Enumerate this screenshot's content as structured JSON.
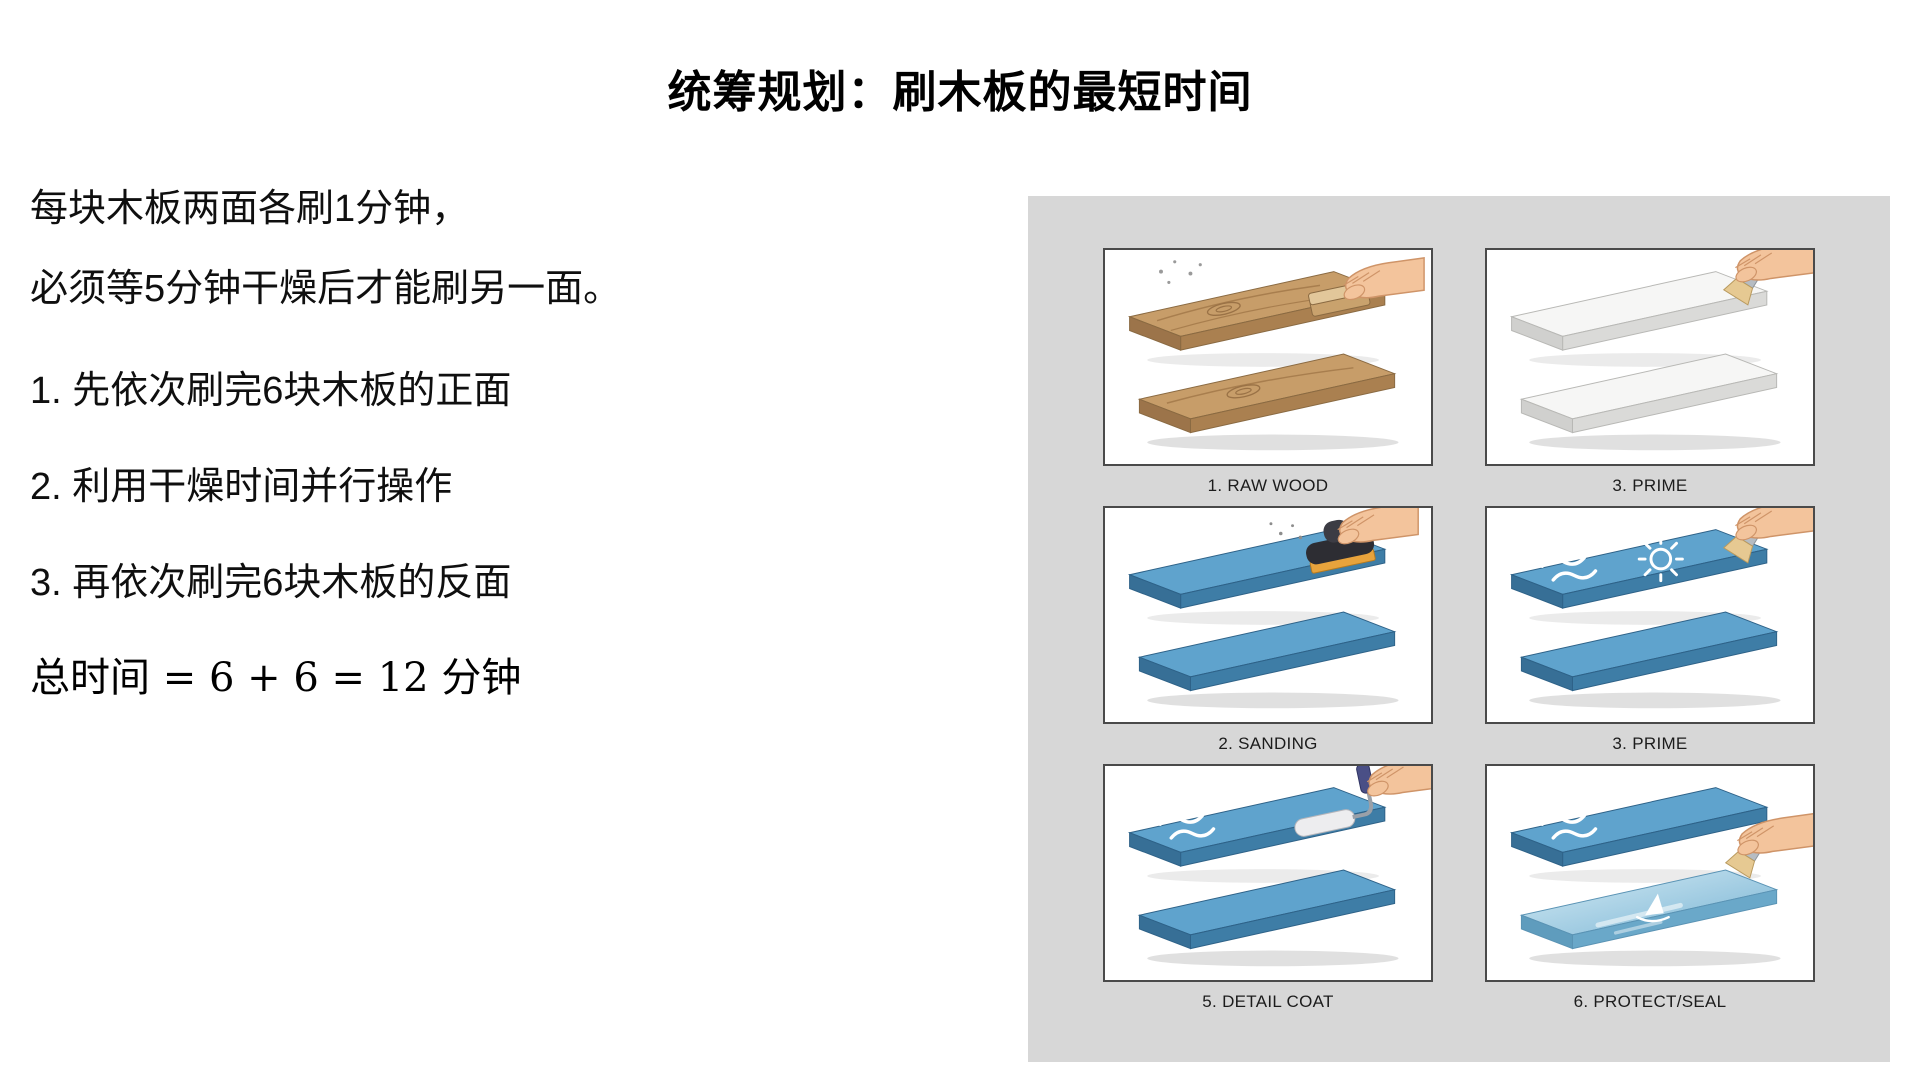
{
  "page": {
    "title": "统筹规划：刷木板的最短时间"
  },
  "notes": [
    "每块木板两面各刷1分钟，",
    "必须等5分钟干燥后才能刷另一面。"
  ],
  "steps": [
    "1. 先依次刷完6块木板的正面",
    "2. 利用干燥时间并行操作",
    "3. 再依次刷完6块木板的反面"
  ],
  "formula": "总时间 = 6 + 6 = 12 分钟",
  "illustration": {
    "background_color": "#d7d7d7",
    "panels": [
      {
        "caption": "1. RAW WOOD"
      },
      {
        "caption": "3. PRIME"
      },
      {
        "caption": "2. SANDING"
      },
      {
        "caption": "3. PRIME"
      },
      {
        "caption": "5. DETAIL COAT"
      },
      {
        "caption": "6. PROTECT/SEAL"
      }
    ]
  },
  "colors": {
    "plank_blue_top": "#5fa3cd",
    "plank_blue_front": "#3e7da6",
    "plank_blue_end": "#376f96",
    "wood_top": "#c79d69",
    "wood_front": "#aa8050",
    "white_plank_top": "#f6f6f5",
    "panel_border": "#4a4a4a",
    "skin": "#f3c49c"
  }
}
